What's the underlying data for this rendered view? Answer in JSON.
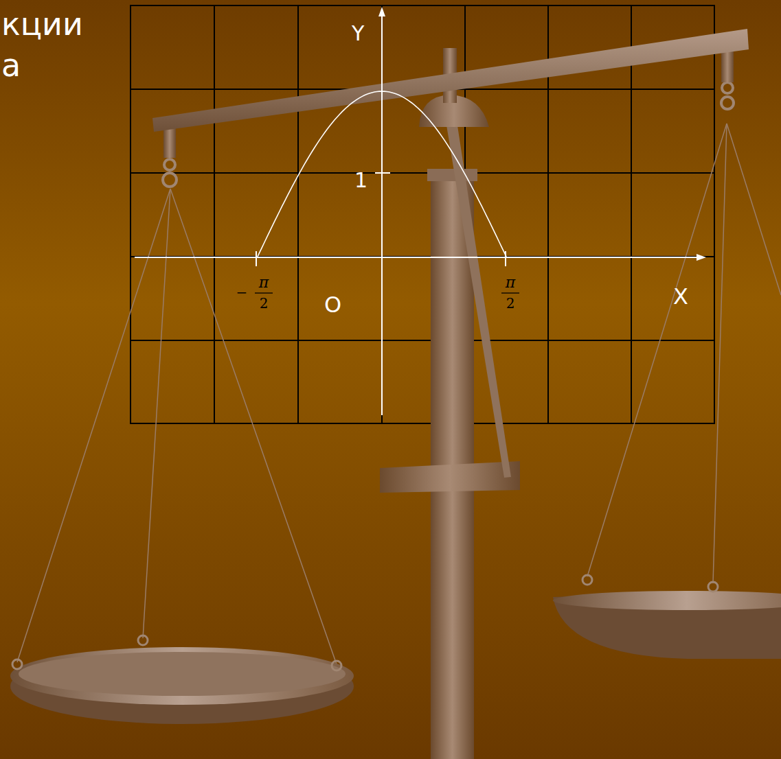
{
  "diagram": {
    "labels": [
      "кции",
      "а",
      "Y",
      "1",
      "−",
      "π",
      "2",
      "O",
      "π",
      "2",
      "X"
    ]
  }
}
